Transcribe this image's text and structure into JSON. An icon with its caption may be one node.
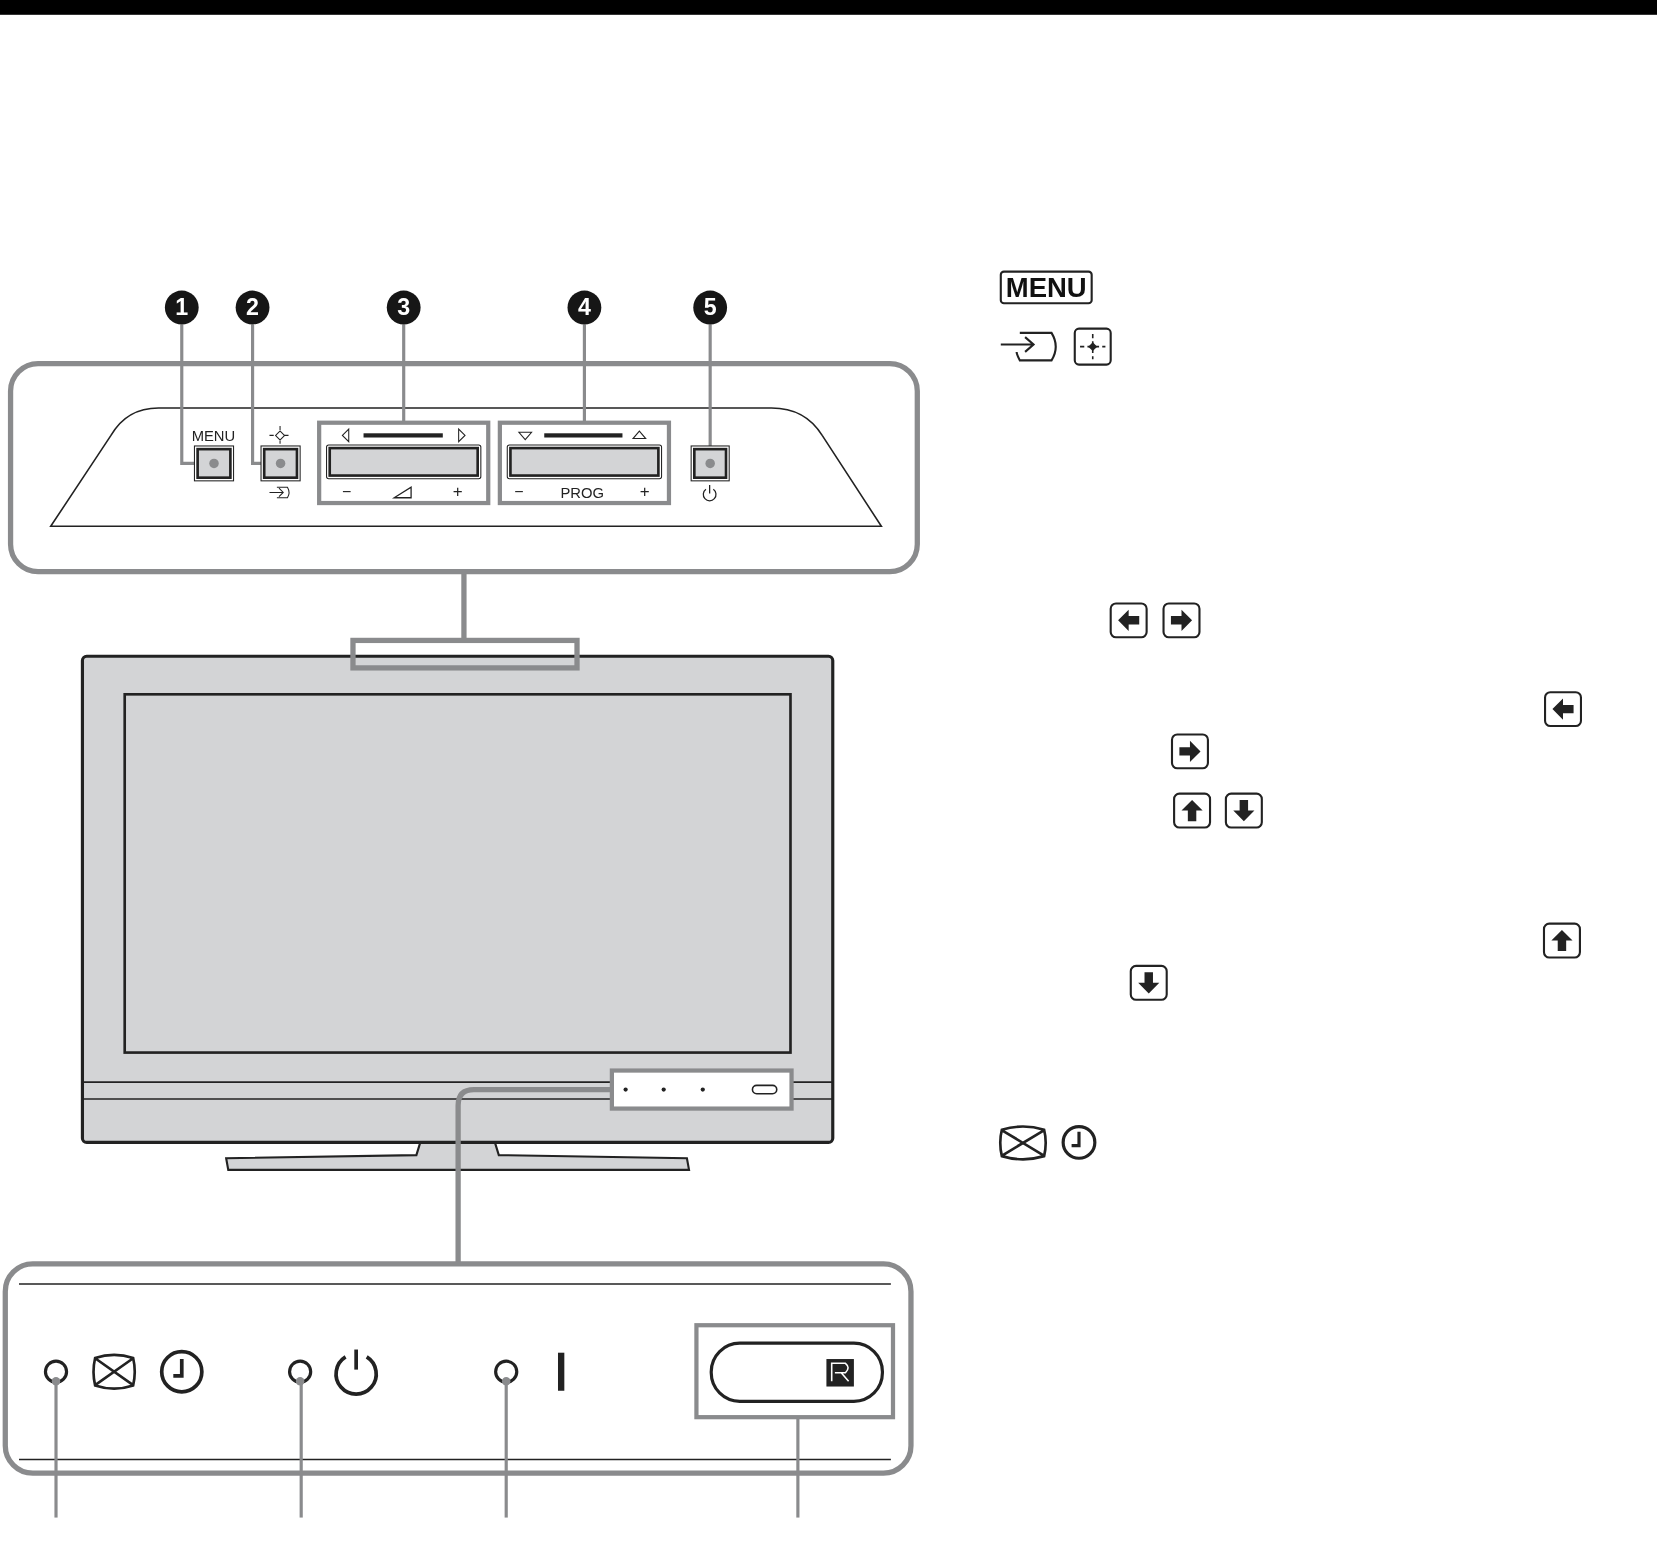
{
  "diagram": {
    "nodes": [
      {
        "text": [
          "1"
        ]
      },
      {
        "text": [
          "2"
        ]
      },
      {
        "text": [
          "3"
        ]
      },
      {
        "text": [
          "4"
        ]
      },
      {
        "text": [
          "5"
        ]
      },
      {
        "text": [],
        "shape": "box"
      },
      {
        "text": [],
        "shape": "box",
        "in": 5
      },
      {
        "text": [],
        "shape": "box",
        "in": 5
      },
      {
        "text": [],
        "shape": "bar",
        "in": 5
      },
      {
        "text": [],
        "shape": "bar",
        "in": 5
      },
      {
        "text": [],
        "shape": "box",
        "in": 5
      },
      {
        "text": [],
        "shape": "box"
      },
      {
        "text": [],
        "shape": "box"
      },
      {
        "text": [],
        "shape": "box"
      },
      {
        "text": [],
        "shape": "circle",
        "in": 13
      },
      {
        "text": [],
        "shape": "circle",
        "in": 13
      },
      {
        "text": [],
        "shape": "circle",
        "in": 13
      },
      {
        "text": [],
        "shape": "box",
        "in": 13
      }
    ],
    "edges": [
      {
        "from": 0,
        "to": 6,
        "arrow": "none"
      },
      {
        "from": 1,
        "to": 7,
        "arrow": "none"
      },
      {
        "from": 2,
        "to": 8,
        "arrow": "none"
      },
      {
        "from": 3,
        "to": 9,
        "arrow": "none"
      },
      {
        "from": 4,
        "to": 10,
        "arrow": "none"
      },
      {
        "from": 5,
        "to": 11,
        "arrow": "none"
      },
      {
        "from": 12,
        "to": 13,
        "arrow": "none"
      },
      {
        "from": null,
        "to": 14,
        "arrow": "none"
      },
      {
        "from": null,
        "to": 15,
        "arrow": "none"
      },
      {
        "from": null,
        "to": 16,
        "arrow": "none"
      },
      {
        "from": null,
        "to": 17,
        "arrow": "none"
      }
    ],
    "labels": [
      "MENU",
      "−",
      "+",
      "−",
      "PROG",
      "+",
      "MENU"
    ]
  }
}
